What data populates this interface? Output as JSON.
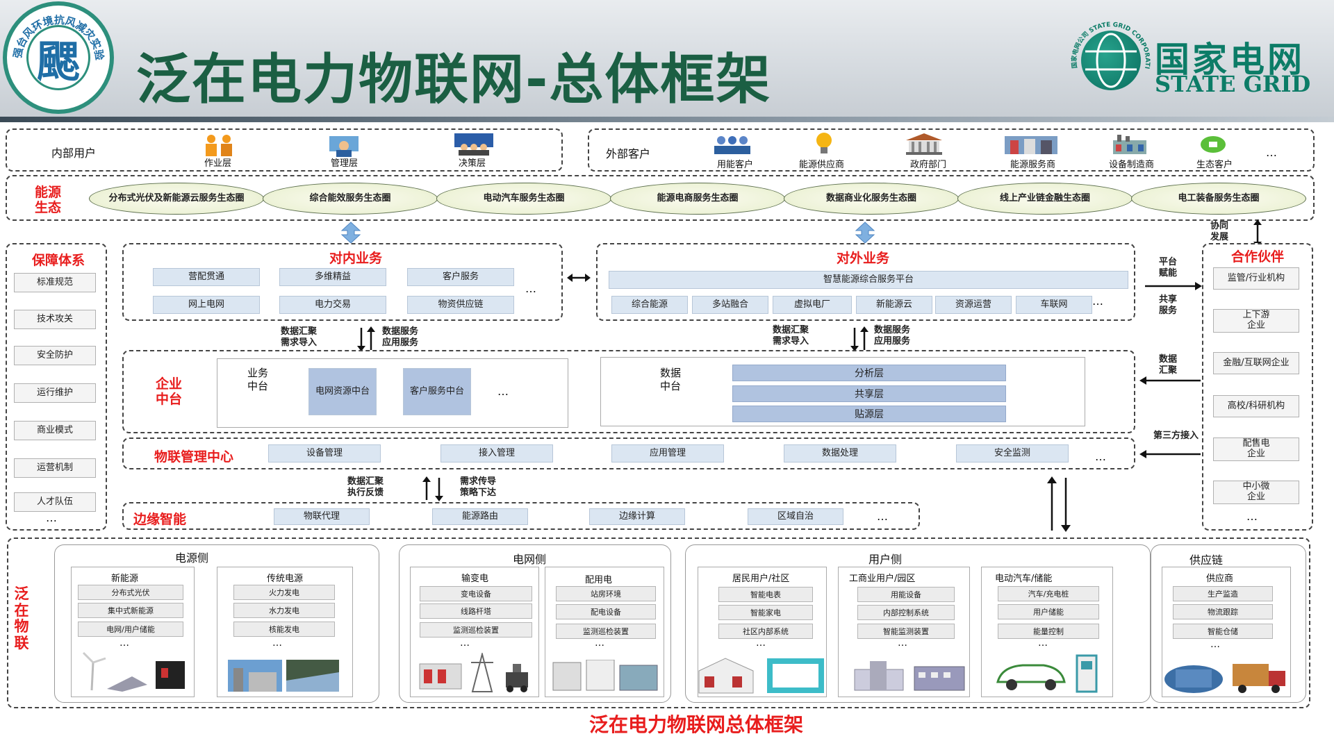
{
  "header": {
    "seal_char": "颸",
    "seal_ring": "强台风环境抗风减灾实验室",
    "title": "泛在电力物联网-总体框架",
    "brand_cn": "国家电网",
    "brand_en": "STATE GRID",
    "brand_ring": "国家电网公司 STATE GRID CORPORATION OF CHINA"
  },
  "users": {
    "internal_label": "内部用户",
    "internal": [
      "作业层",
      "管理层",
      "决策层"
    ],
    "external_label": "外部客户",
    "external": [
      "用能客户",
      "能源供应商",
      "政府部门",
      "能源服务商",
      "设备制造商",
      "生态客户"
    ],
    "more": "…"
  },
  "eco": {
    "label": "能源生态",
    "items": [
      "分布式光伏及新能源云服务生态圈",
      "综合能效服务生态圈",
      "电动汽车服务生态圈",
      "能源电商服务生态圈",
      "数据商业化服务生态圈",
      "线上产业链金融生态圈",
      "电工装备服务生态圈"
    ],
    "collab": "协同发展"
  },
  "guarantee": {
    "title": "保障体系",
    "items": [
      "标准规范",
      "技术攻关",
      "安全防护",
      "运行维护",
      "商业模式",
      "运营机制",
      "人才队伍"
    ],
    "more": "…"
  },
  "partners": {
    "title": "合作伙伴",
    "items": [
      "监管/行业机构",
      "上下游企业",
      "金融/互联网企业",
      "高校/科研机构",
      "配售电企业",
      "中小微企业"
    ],
    "more": "…"
  },
  "internal_biz": {
    "title": "对内业务",
    "items": [
      "营配贯通",
      "多维精益",
      "客户服务",
      "网上电网",
      "电力交易",
      "物资供应链"
    ],
    "more": "…"
  },
  "external_biz": {
    "title": "对外业务",
    "platform": "智慧能源综合服务平台",
    "items": [
      "综合能源",
      "多站融合",
      "虚拟电厂",
      "新能源云",
      "资源运营",
      "车联网"
    ],
    "more": "…"
  },
  "side": {
    "platform_enable": "平台赋能",
    "shared_service": "共享服务",
    "data_collect": "数据汇聚",
    "third_party": "第三方接入"
  },
  "flows": {
    "up1": "数据汇聚需求导入",
    "down1": "数据服务应用服务",
    "up2": "数据汇聚需求导入",
    "down2": "数据服务应用服务",
    "up3": "数据汇聚执行反馈",
    "down3": "需求传导策略下达"
  },
  "middle": {
    "title": "企业中台",
    "biz_label": "业务中台",
    "biz_items": [
      "电网资源中台",
      "客户服务中台"
    ],
    "more": "…",
    "data_label": "数据中台",
    "data_layers": [
      "分析层",
      "共享层",
      "贴源层"
    ]
  },
  "iot": {
    "title": "物联管理中心",
    "items": [
      "设备管理",
      "接入管理",
      "应用管理",
      "数据处理",
      "安全监测"
    ],
    "more": "…"
  },
  "edge": {
    "title": "边缘智能",
    "items": [
      "物联代理",
      "能源路由",
      "边缘计算",
      "区域自治"
    ],
    "more": "…"
  },
  "bottom": {
    "label": "泛在物联",
    "more": "…",
    "power": {
      "title": "电源侧",
      "groups": [
        {
          "title": "新能源",
          "items": [
            "分布式光伏",
            "集中式新能源",
            "电网/用户储能"
          ]
        },
        {
          "title": "传统电源",
          "items": [
            "火力发电",
            "水力发电",
            "核能发电"
          ]
        }
      ]
    },
    "grid": {
      "title": "电网侧",
      "groups": [
        {
          "title": "输变电",
          "items": [
            "变电设备",
            "线路杆塔",
            "监测巡检装置"
          ]
        },
        {
          "title": "配用电",
          "items": [
            "站房环境",
            "配电设备",
            "监测巡检装置"
          ]
        }
      ]
    },
    "user": {
      "title": "用户侧",
      "groups": [
        {
          "title": "居民用户/社区",
          "items": [
            "智能电表",
            "智能家电",
            "社区内部系统"
          ]
        },
        {
          "title": "工商业用户/园区",
          "items": [
            "用能设备",
            "内部控制系统",
            "智能监测装置"
          ]
        },
        {
          "title": "电动汽车/储能",
          "items": [
            "汽车/充电桩",
            "用户储能",
            "能量控制"
          ]
        }
      ]
    },
    "supply": {
      "title": "供应链",
      "groups": [
        {
          "title": "供应商",
          "items": [
            "生产监造",
            "物流跟踪",
            "智能仓储"
          ]
        }
      ]
    }
  },
  "caption": "泛在电力物联网总体框架",
  "colors": {
    "accent_red": "#e81d1d",
    "title_green": "#1b5f43",
    "brand_teal": "#0c7c67",
    "box_blue": "#dbe6f2",
    "layer_blue": "#b0c3e0"
  }
}
